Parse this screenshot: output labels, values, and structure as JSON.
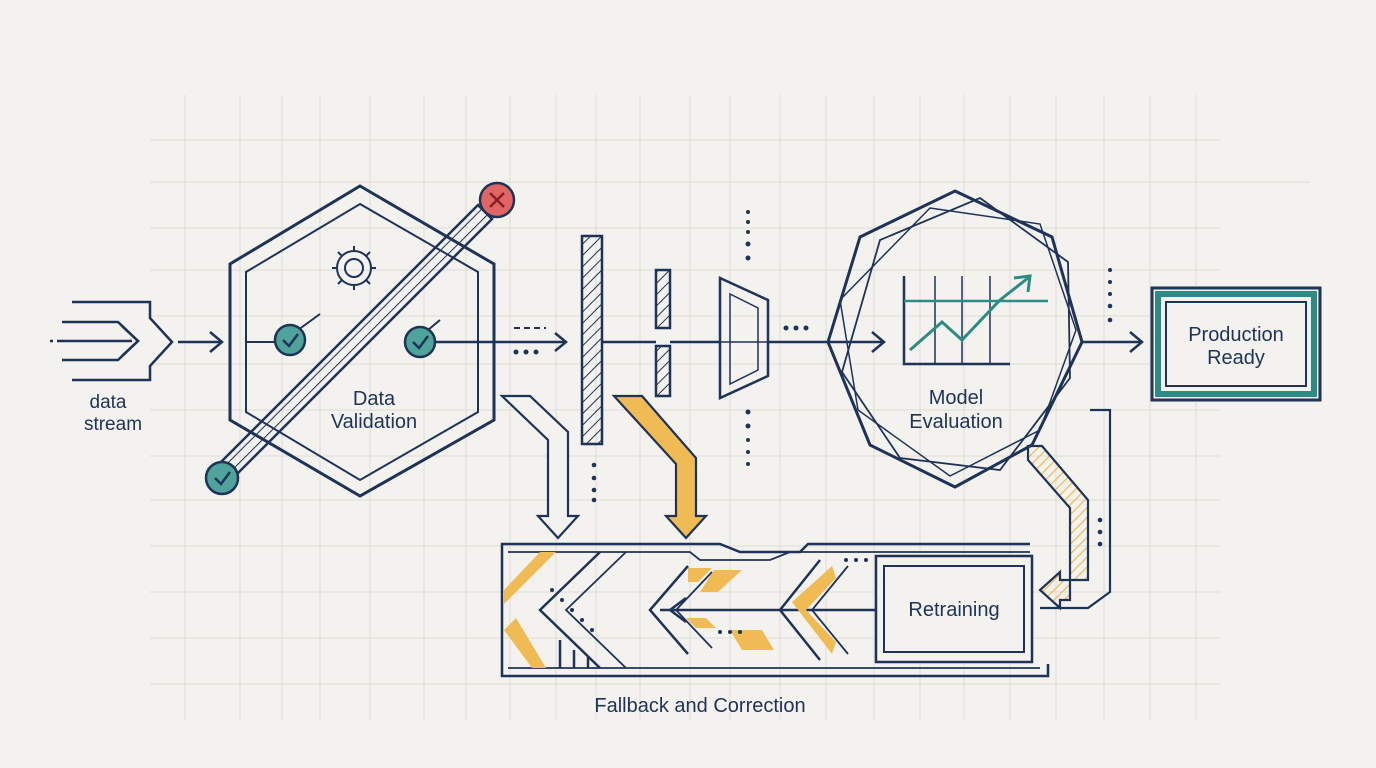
{
  "colors": {
    "background": "#f3f2ee",
    "navy": "#1e3358",
    "teal": "#2e8b84",
    "teal_fill": "#4fa39a",
    "amber": "#f0bb54",
    "red": "#e06666",
    "red_stroke": "#b53a3a",
    "grid": "#dcdcd7"
  },
  "nodes": {
    "data_stream": {
      "line1": "data",
      "line2": "stream"
    },
    "data_validation": {
      "line1": "Data",
      "line2": "Validation"
    },
    "model_evaluation": {
      "line1": "Model",
      "line2": "Evaluation"
    },
    "production_ready": {
      "line1": "Production",
      "line2": "Ready"
    },
    "retraining": {
      "label": "Retraining"
    },
    "fallback": {
      "label": "Fallback and Correction"
    }
  },
  "icons": [
    "gear-icon",
    "check-icon",
    "reject-x-icon",
    "trend-chart-icon",
    "funnel-icon",
    "filter-bar-icon"
  ]
}
